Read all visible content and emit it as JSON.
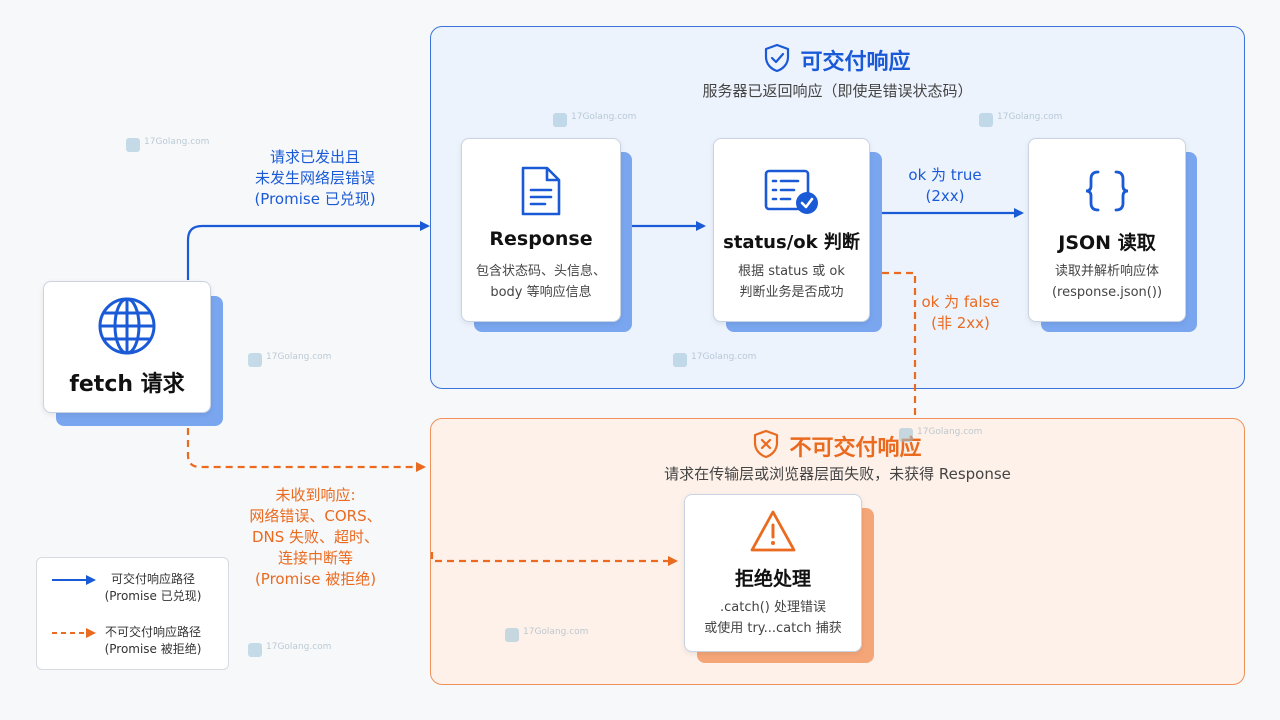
{
  "fetch_node": {
    "title": "fetch 请求",
    "icon": "globe-icon"
  },
  "deliverable": {
    "title": "可交付响应",
    "subtitle": "服务器已返回响应（即使是错误状态码）",
    "icon": "shield-check-icon",
    "color": "#1a5ad7"
  },
  "undeliverable": {
    "title": "不可交付响应",
    "subtitle": "请求在传输层或浏览器层面失败，未获得 Response",
    "icon": "shield-x-icon",
    "color": "#ea6a1f"
  },
  "nodes": {
    "response": {
      "title": "Response",
      "desc": "包含状态码、头信息、\nbody 等响应信息",
      "icon": "document-icon"
    },
    "status_ok": {
      "title": "status/ok 判断",
      "desc": "根据 status 或 ok\n判断业务是否成功",
      "icon": "checklist-icon"
    },
    "json": {
      "title": "JSON 读取",
      "desc": "读取并解析响应体\n(response.json())",
      "icon": "braces-icon"
    },
    "reject": {
      "title": "拒绝处理",
      "desc": ".catch() 处理错误\n或使用 try...catch 捕获",
      "icon": "warning-icon"
    }
  },
  "edges": {
    "to_deliverable": "请求已发出且\n未发生网络层错误\n(Promise 已兑现)",
    "ok_true": "ok 为 true\n(2xx)",
    "ok_false": "ok 为 false\n(非 2xx)",
    "to_undeliverable": "未收到响应:\n网络错误、CORS、\nDNS 失败、超时、\n连接中断等\n(Promise 被拒绝)"
  },
  "legend": {
    "items": [
      {
        "label": "可交付响应路径\n(Promise 已兑现)",
        "style": "solid",
        "color": "#1a5ad7"
      },
      {
        "label": "不可交付响应路径\n(Promise 被拒绝)",
        "style": "dashed",
        "color": "#ea6a1f"
      }
    ]
  },
  "watermark": "17Golang.com"
}
